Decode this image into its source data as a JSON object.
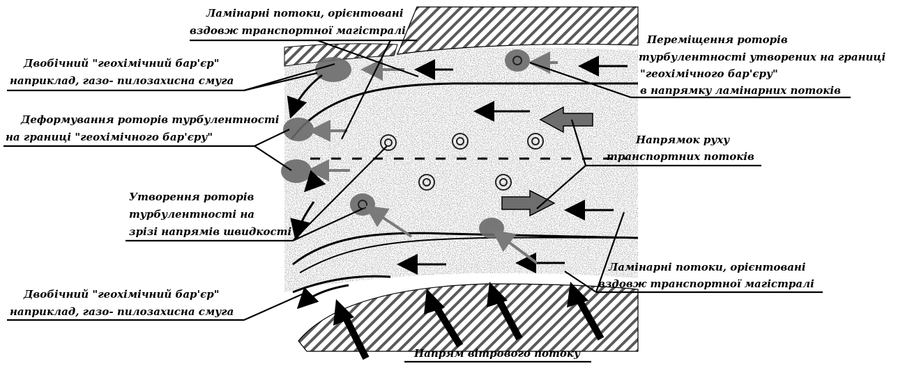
{
  "labels": {
    "laminar_top_1": "Ламінарні потоки, орієнтовані",
    "laminar_top_2": "вздовж транспортної магістралі",
    "rotor_move_1": "Переміщення роторів",
    "rotor_move_2": "турбулентності утворених на границі",
    "rotor_move_3": "\"геохімічного бар'єру\"",
    "rotor_move_4": "в напрямку ламінарних потоків",
    "barrier_top_1": "Двобічний \"геохімічний бар'єр\"",
    "barrier_top_2": "наприклад, газо- пилозахисна смуга",
    "deform_1": "Деформування роторів турбулентності",
    "deform_2": "на границі \"геохімічного бар'єру\"",
    "traffic_dir_1": "Напрямок руху",
    "traffic_dir_2": "транспортних потоків",
    "rotor_form_1": "Утворення роторів",
    "rotor_form_2": "турбулентності на",
    "rotor_form_3": "зрізі напрямів швидкості",
    "laminar_bot_1": "Ламінарні потоки, орієнтовані",
    "laminar_bot_2": "вздовж транспортної магістралі",
    "barrier_bot_1": "Двобічний \"геохімічний бар'єр\"",
    "barrier_bot_2": "наприклад, газо- пилозахисна смуга",
    "wind_dir": "Напрям вітрового потоку"
  },
  "colors": {
    "ink": "#000000",
    "hatch": "#5a5a5a",
    "noise": "#8a8a8a",
    "arrow_grey": "#7a7a7a"
  }
}
